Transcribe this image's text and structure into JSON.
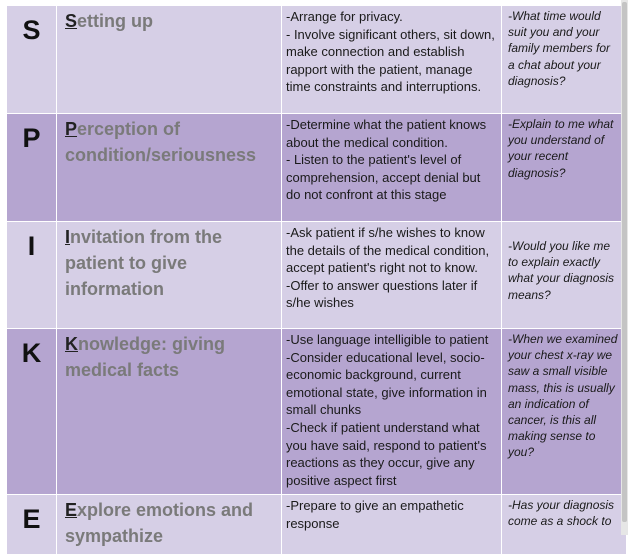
{
  "rows": [
    {
      "letter": "S",
      "stage_initial": "S",
      "stage_rest": "etting up",
      "actions": [
        "-Arrange for privacy.",
        "- Involve significant others, sit down, make connection and establish rapport with the patient, manage time constraints and interruptions."
      ],
      "example": "-What time would suit you and your family members for a chat about your diagnosis?"
    },
    {
      "letter": "P",
      "stage_initial": "P",
      "stage_rest": "erception of condition/seriousness",
      "actions": [
        "-Determine what the patient knows about the medical condition.",
        "- Listen to the patient's level of comprehension, accept denial but do not confront at this stage"
      ],
      "example": "-Explain to me what you understand of your recent diagnosis?"
    },
    {
      "letter": "I",
      "stage_initial": "I",
      "stage_rest": "nvitation from the patient to give information",
      "actions": [
        "-Ask patient if s/he wishes to know the details of the medical condition, accept patient's right not to know.",
        "-Offer to answer questions later if s/he wishes"
      ],
      "example": "-Would you like me to explain exactly what your diagnosis means?"
    },
    {
      "letter": "K",
      "stage_initial": "K",
      "stage_rest": "nowledge: giving medical facts",
      "actions": [
        "-Use language intelligible to patient",
        "-Consider educational level, socio-economic background, current emotional state, give information in small chunks",
        "-Check if patient understand what you have said, respond to patient's reactions as they occur, give any positive aspect first"
      ],
      "example": "-When we examined your chest x-ray we saw a small visible mass, this is usually an indication of cancer, is this all making sense to you?"
    },
    {
      "letter": "E",
      "stage_initial": "E",
      "stage_rest": "xplore emotions and sympathize",
      "actions": [
        "-Prepare to give an empathetic response"
      ],
      "example": "-Has your diagnosis come as a shock to"
    }
  ]
}
